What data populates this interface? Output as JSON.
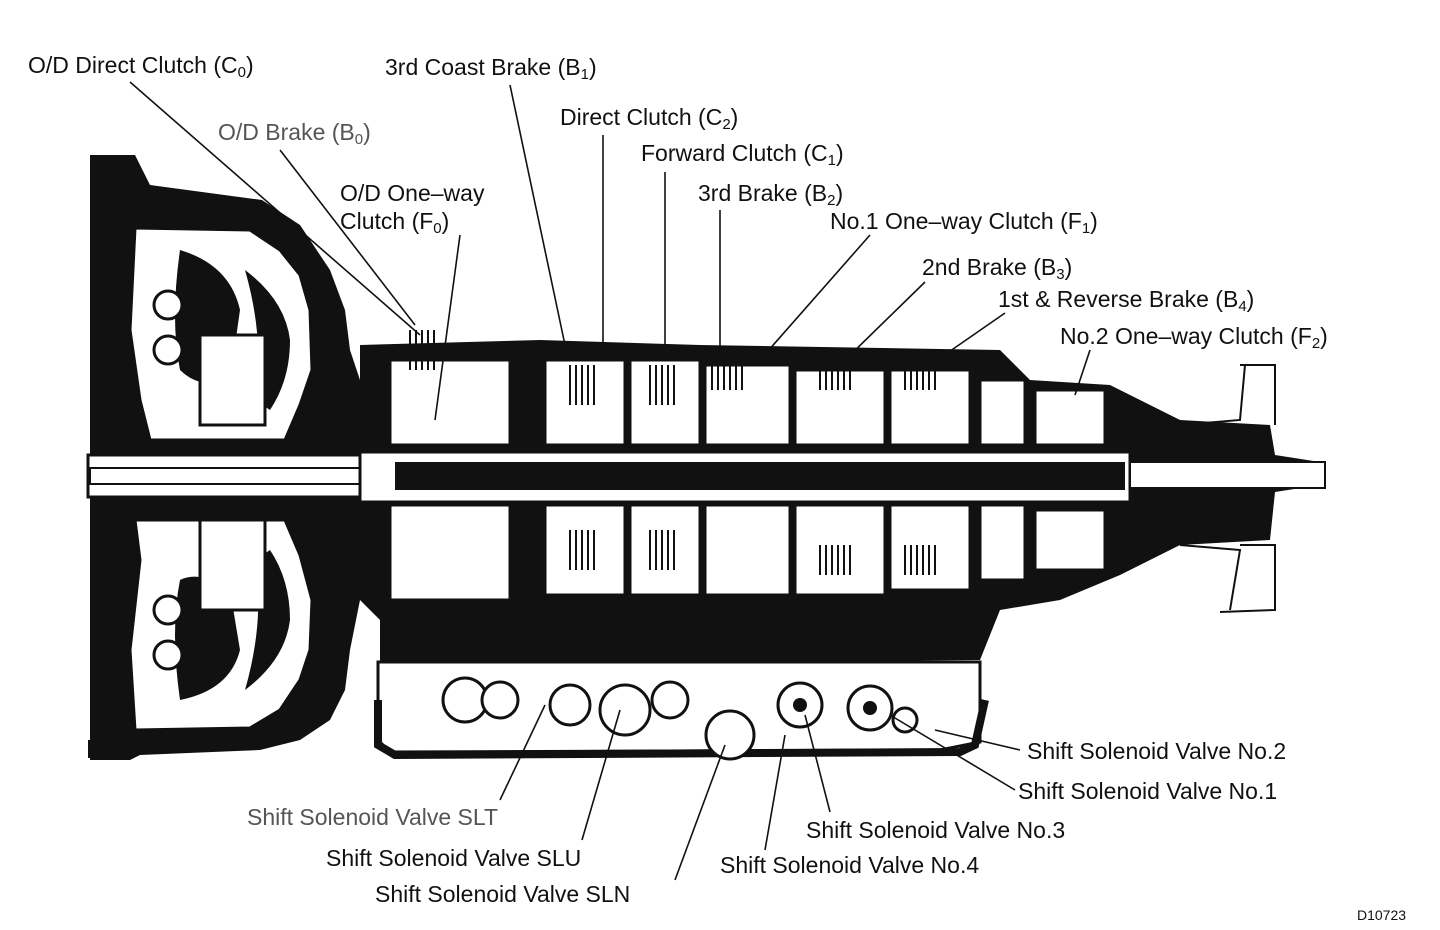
{
  "labels": {
    "c0": {
      "text": "O/D Direct Clutch (C",
      "sub": "0",
      "close": ")"
    },
    "b1": {
      "text": "3rd Coast Brake (B",
      "sub": "1",
      "close": ")"
    },
    "c2": {
      "text": "Direct Clutch (C",
      "sub": "2",
      "close": ")"
    },
    "b0": {
      "text": "O/D Brake (B",
      "sub": "0",
      "close": ")"
    },
    "c1": {
      "text": "Forward Clutch (C",
      "sub": "1",
      "close": ")"
    },
    "f0_line1": "O/D One–way",
    "f0": {
      "text": "Clutch (F",
      "sub": "0",
      "close": ")"
    },
    "b2": {
      "text": "3rd Brake (B",
      "sub": "2",
      "close": ")"
    },
    "f1": {
      "text": "No.1 One–way Clutch (F",
      "sub": "1",
      "close": ")"
    },
    "b3": {
      "text": "2nd Brake (B",
      "sub": "3",
      "close": ")"
    },
    "b4": {
      "text": "1st & Reverse Brake (B",
      "sub": "4",
      "close": ")"
    },
    "f2": {
      "text": "No.2 One–way Clutch (F",
      "sub": "2",
      "close": ")"
    },
    "ssv2": "Shift Solenoid Valve No.2",
    "ssv1": "Shift Solenoid Valve No.1",
    "slt": "Shift Solenoid Valve SLT",
    "ssv3": "Shift Solenoid Valve No.3",
    "slu": "Shift Solenoid Valve SLU",
    "ssv4": "Shift Solenoid Valve No.4",
    "sln": "Shift Solenoid Valve SLN"
  },
  "figure_code": "D10723",
  "colors": {
    "ink": "#111111",
    "paper": "#ffffff",
    "gray": "#888888"
  }
}
